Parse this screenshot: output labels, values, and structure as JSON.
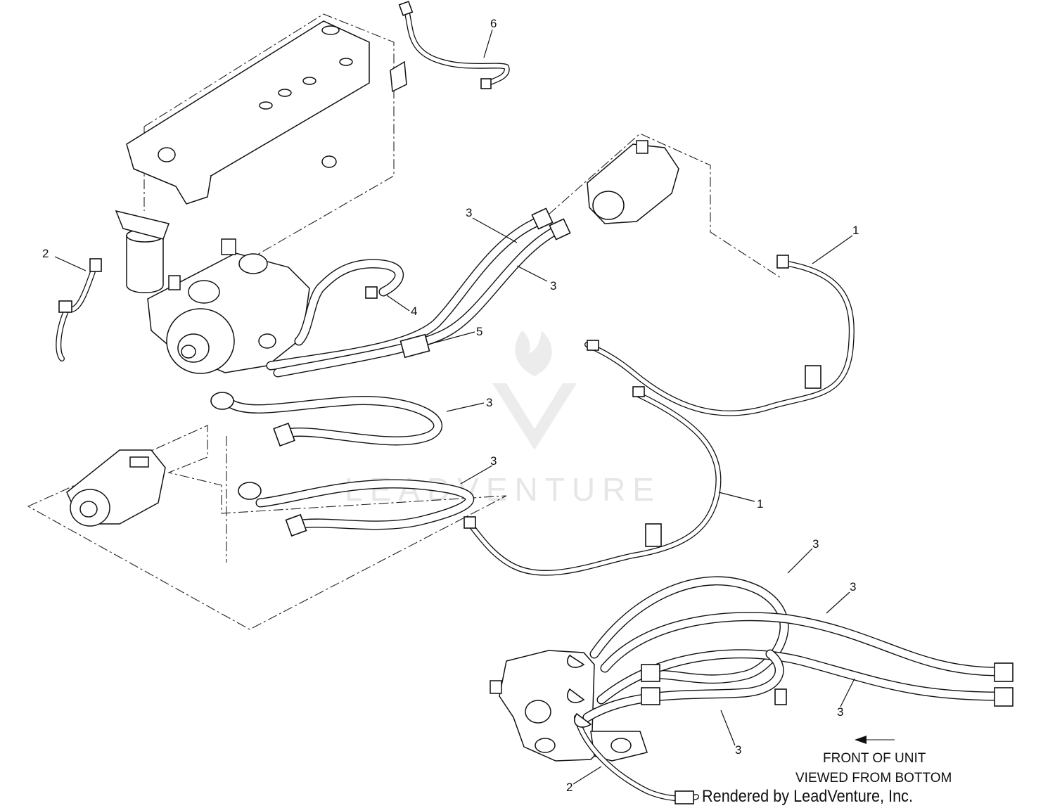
{
  "diagram": {
    "callouts": [
      {
        "id": "c6",
        "text": "6"
      },
      {
        "id": "c3a",
        "text": "3"
      },
      {
        "id": "c1a",
        "text": "1"
      },
      {
        "id": "c2a",
        "text": "2"
      },
      {
        "id": "c3b",
        "text": "3"
      },
      {
        "id": "c4",
        "text": "4"
      },
      {
        "id": "c5",
        "text": "5"
      },
      {
        "id": "c3c",
        "text": "3"
      },
      {
        "id": "c3d",
        "text": "3"
      },
      {
        "id": "c1b",
        "text": "1"
      },
      {
        "id": "c3e",
        "text": "3"
      },
      {
        "id": "c3f",
        "text": "3"
      },
      {
        "id": "c3g",
        "text": "3"
      },
      {
        "id": "c3h",
        "text": "3"
      },
      {
        "id": "c2b",
        "text": "2"
      }
    ],
    "note_line1": "FRONT OF UNIT",
    "note_line2": "VIEWED FROM BOTTOM",
    "credit": "Rendered by LeadVenture, Inc.",
    "watermark": "LEADVENTURE",
    "colors": {
      "line": "#111111",
      "background": "#ffffff",
      "watermark": "#e6e6e6"
    }
  }
}
